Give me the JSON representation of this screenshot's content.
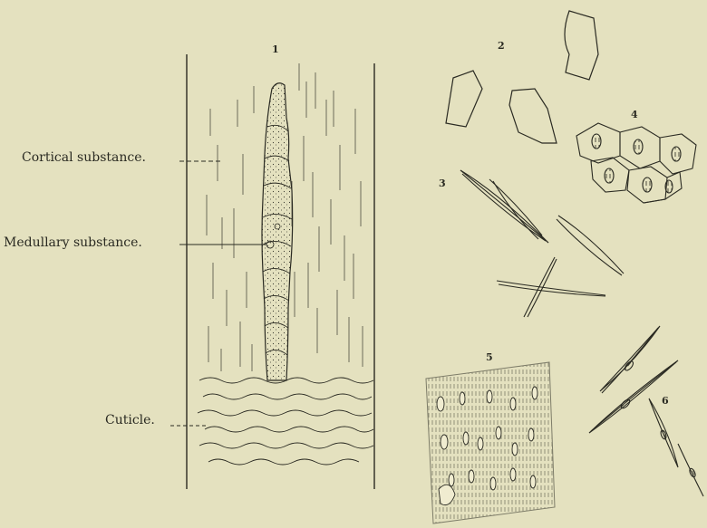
{
  "labels": {
    "cortical": "Cortical substance.",
    "medullary": "Medullary substance.",
    "cuticle": "Cuticle."
  },
  "figure_numbers": {
    "fig1": "1",
    "fig2": "2",
    "fig3": "3",
    "fig4": "4",
    "fig5": "5",
    "fig6": "6"
  },
  "colors": {
    "paper": "#e4e1bf",
    "ink": "#2a2a22"
  }
}
